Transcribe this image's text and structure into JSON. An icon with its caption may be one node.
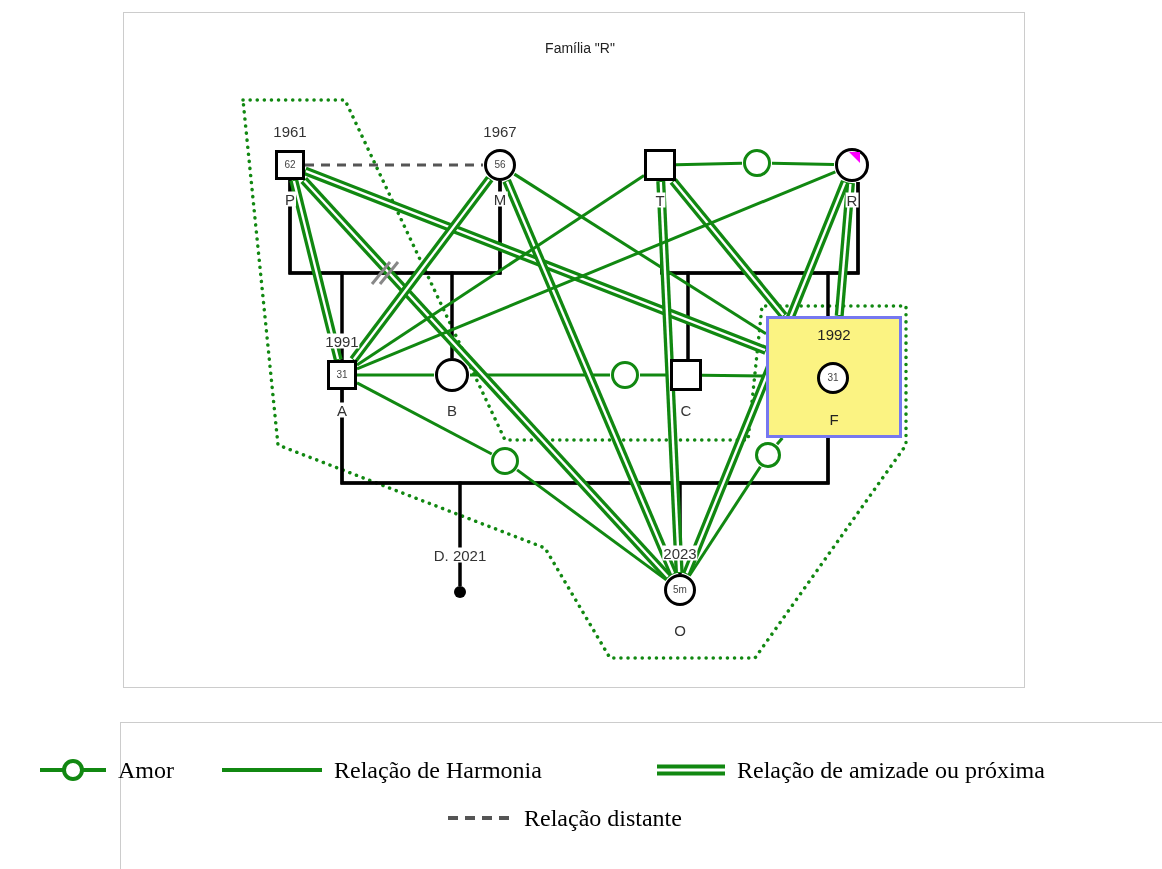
{
  "diagram": {
    "title": "Família \"R\"",
    "nodes": [
      {
        "text": [
          "62"
        ],
        "beside": [
          "1961",
          "P"
        ]
      },
      {
        "text": [
          "56"
        ],
        "beside": [
          "1967",
          "M"
        ]
      },
      {
        "text": [],
        "shape": "box",
        "beside": [
          "T"
        ]
      },
      {
        "text": [],
        "shape": "circle",
        "beside": [
          "R"
        ]
      },
      {
        "text": [
          "31"
        ],
        "beside": [
          "1991",
          "A"
        ]
      },
      {
        "text": [],
        "shape": "circle",
        "beside": [
          "B"
        ]
      },
      {
        "text": [],
        "shape": "box",
        "beside": [
          "C"
        ]
      },
      {
        "text": [
          "1992",
          "F"
        ]
      },
      {
        "text": [
          "31"
        ],
        "in": 7
      },
      {
        "text": [],
        "shape": "circle",
        "beside": [
          "D. 2021"
        ]
      },
      {
        "text": [
          "5m"
        ],
        "beside": [
          "2023",
          "O"
        ]
      },
      {
        "text": [],
        "shape": "circle"
      },
      {
        "text": [],
        "shape": "circle"
      },
      {
        "text": [],
        "shape": "circle"
      },
      {
        "text": [],
        "shape": "circle"
      }
    ],
    "edges": [
      {
        "from": 0,
        "to": 1,
        "arrow": "none",
        "color": "#000000"
      },
      {
        "from": 2,
        "to": 3,
        "arrow": "none",
        "color": "#000000"
      },
      {
        "from": 4,
        "to": 7,
        "arrow": "none",
        "color": "#000000"
      },
      {
        "from": 0,
        "to": 4,
        "arrow": "none",
        "color": "#000000"
      },
      {
        "from": 1,
        "to": 4,
        "arrow": "none",
        "color": "#000000"
      },
      {
        "from": 0,
        "to": 5,
        "arrow": "none",
        "color": "#000000"
      },
      {
        "from": 1,
        "to": 5,
        "arrow": "none",
        "color": "#000000"
      },
      {
        "from": 2,
        "to": 6,
        "arrow": "none",
        "color": "#000000"
      },
      {
        "from": 3,
        "to": 6,
        "arrow": "none",
        "color": "#000000"
      },
      {
        "from": 2,
        "to": 7,
        "arrow": "none",
        "color": "#000000"
      },
      {
        "from": 3,
        "to": 7,
        "arrow": "none",
        "color": "#000000"
      },
      {
        "from": 4,
        "to": 9,
        "arrow": "none",
        "color": "#000000"
      },
      {
        "from": 7,
        "to": 9,
        "arrow": "none",
        "color": "#000000"
      },
      {
        "from": 4,
        "to": 10,
        "arrow": "none",
        "color": "#000000"
      },
      {
        "from": 7,
        "to": 10,
        "arrow": "none",
        "color": "#000000"
      },
      {
        "from": 0,
        "to": 1,
        "arrow": "none",
        "style": "dashed",
        "color": "#555555"
      },
      {
        "from": 2,
        "to": 11,
        "arrow": "none"
      },
      {
        "from": 11,
        "to": 3,
        "arrow": "none"
      },
      {
        "from": 4,
        "to": 5,
        "arrow": "none"
      },
      {
        "from": 5,
        "to": 12,
        "arrow": "none"
      },
      {
        "from": 12,
        "to": 6,
        "arrow": "none"
      },
      {
        "from": 6,
        "to": 7,
        "arrow": "none"
      },
      {
        "from": 4,
        "to": 13,
        "arrow": "none"
      },
      {
        "from": 13,
        "to": 10,
        "arrow": "none"
      },
      {
        "from": 7,
        "to": 14,
        "arrow": "none"
      },
      {
        "from": 14,
        "to": 10,
        "arrow": "none"
      },
      {
        "from": 0,
        "to": 4,
        "arrow": "none",
        "style": "thick"
      },
      {
        "from": 0,
        "to": 10,
        "arrow": "none",
        "style": "thick"
      },
      {
        "from": 0,
        "to": 7,
        "arrow": "none",
        "style": "thick"
      },
      {
        "from": 1,
        "to": 4,
        "arrow": "none",
        "style": "thick"
      },
      {
        "from": 1,
        "to": 10,
        "arrow": "none",
        "style": "thick"
      },
      {
        "from": 1,
        "to": 7,
        "arrow": "none"
      },
      {
        "from": 2,
        "to": 4,
        "arrow": "none"
      },
      {
        "from": 2,
        "to": 10,
        "arrow": "none",
        "style": "thick"
      },
      {
        "from": 2,
        "to": 7,
        "arrow": "none",
        "style": "thick"
      },
      {
        "from": 3,
        "to": 4,
        "arrow": "none"
      },
      {
        "from": 3,
        "to": 7,
        "arrow": "none",
        "style": "thick"
      },
      {
        "from": 3,
        "to": 10,
        "arrow": "none",
        "style": "thick"
      }
    ],
    "legend": [
      {
        "text": "Amor"
      },
      {
        "text": "Relação de Harmonia"
      },
      {
        "text": "Relação de amizade ou próxima"
      },
      {
        "text": "Relação distante"
      }
    ]
  }
}
